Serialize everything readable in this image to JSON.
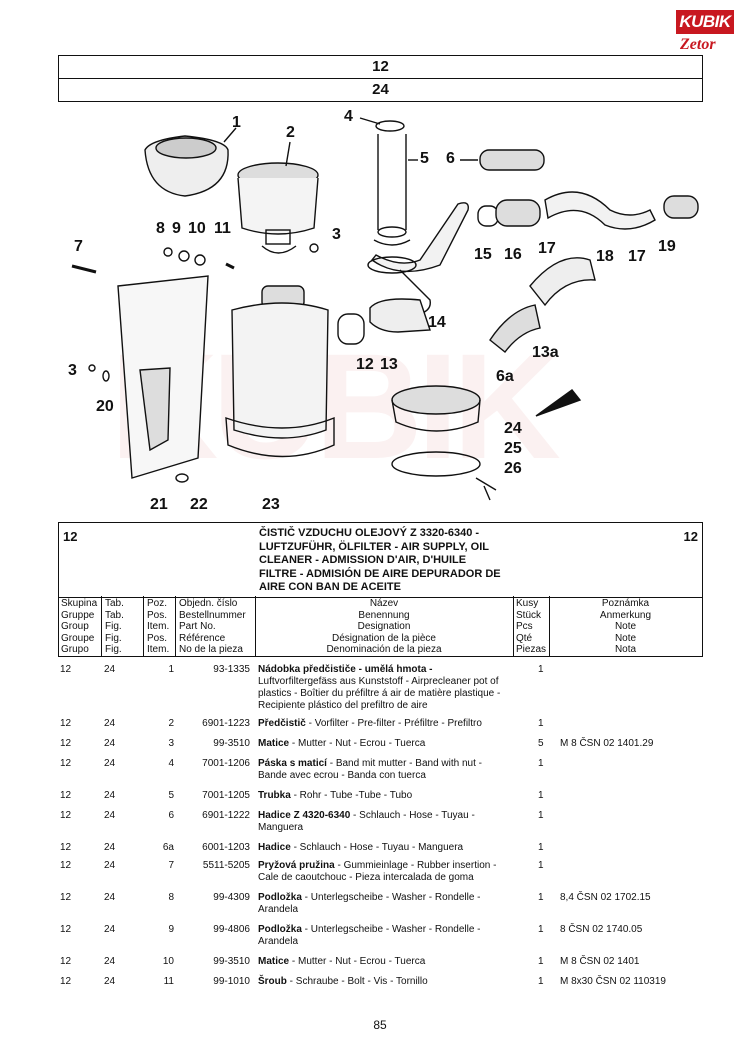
{
  "logo": {
    "brand_top": "KUBIK",
    "brand_bottom": "Zetor"
  },
  "header": {
    "group": "12",
    "figure": "24"
  },
  "callouts": [
    "1",
    "2",
    "4",
    "5",
    "6",
    "3",
    "7",
    "8",
    "9",
    "10",
    "11",
    "15",
    "16",
    "17",
    "18",
    "17",
    "19",
    "3",
    "20",
    "12",
    "13",
    "14",
    "13a",
    "6a",
    "24",
    "25",
    "26",
    "21",
    "22",
    "23"
  ],
  "section": {
    "group_left": "12",
    "group_right": "12",
    "title_lines": [
      "ČISTIČ VZDUCHU OLEJOVÝ Z 3320-6340 -",
      "LUFTZUFÜHR, ÖLFILTER - AIR SUPPLY, OIL",
      "CLEANER - ADMISSION D'AIR, D'HUILE",
      "FILTRE - ADMISIÓN DE AIRE DEPURADOR DE",
      "AIRE CON BAN DE ACEITE"
    ]
  },
  "columns": {
    "skupina": [
      "Skupina",
      "Gruppe",
      "Group",
      "Groupe",
      "Grupo"
    ],
    "tab": [
      "Tab.",
      "Tab.",
      "Fig.",
      "Fig.",
      "Fig."
    ],
    "poz": [
      "Poz.",
      "Pos.",
      "Item.",
      "Pos.",
      "Item."
    ],
    "objedn": [
      "Objedn. číslo",
      "Bestellnummer",
      "Part No.",
      "Référence",
      "No de la pieza"
    ],
    "nazev": [
      "Název",
      "Benennung",
      "Designation",
      "Désignation de la pièce",
      "Denominación de la pieza"
    ],
    "kusy": [
      "Kusy",
      "Stück",
      "Pcs",
      "Qté",
      "Piezas"
    ],
    "poznamka": [
      "Poznámka",
      "Anmerkung",
      "Note",
      "Note",
      "Nota"
    ]
  },
  "rows": [
    {
      "g": "12",
      "t": "24",
      "p": "1",
      "n": "93-1335",
      "name_bold": "Nádobka předčističe - umělá hmota -",
      "name_rest": [
        "Luftvorfiltergefäss aus Kunststoff - Airprecleaner pot of",
        "plastics - Boîtier du préfiltre á air de matière plastique -",
        "Recipiente plástico del prefiltro de aire"
      ],
      "q": "1",
      "note": ""
    },
    {
      "g": "12",
      "t": "24",
      "p": "2",
      "n": "6901-1223",
      "name_bold": "Předčistič",
      "name_tail": " - Vorfilter - Pre-filter - Préfiltre - Prefiltro",
      "name_rest": [],
      "q": "1",
      "note": ""
    },
    {
      "g": "12",
      "t": "24",
      "p": "3",
      "n": "99-3510",
      "name_bold": "Matice",
      "name_tail": " - Mutter - Nut - Ecrou - Tuerca",
      "name_rest": [],
      "q": "5",
      "note": "M 8 ČSN 02 1401.29"
    },
    {
      "g": "12",
      "t": "24",
      "p": "4",
      "n": "7001-1206",
      "name_bold": "Páska s maticí",
      "name_tail": " - Band mit mutter - Band with nut -",
      "name_rest": [
        "Bande avec ecrou - Banda con tuerca"
      ],
      "q": "1",
      "note": ""
    },
    {
      "g": "12",
      "t": "24",
      "p": "5",
      "n": "7001-1205",
      "name_bold": "Trubka",
      "name_tail": " - Rohr - Tube -Tube - Tubo",
      "name_rest": [],
      "q": "1",
      "note": ""
    },
    {
      "g": "12",
      "t": "24",
      "p": "6",
      "n": "6901-1222",
      "name_bold": "Hadice Z 4320-6340",
      "name_tail": " - Schlauch - Hose - Tuyau -",
      "name_rest": [
        "Manguera"
      ],
      "q": "1",
      "note": ""
    },
    {
      "g": "12",
      "t": "24",
      "p": "6a",
      "n": "6001-1203",
      "name_bold": "Hadice",
      "name_tail": " - Schlauch - Hose - Tuyau - Manguera",
      "name_rest": [],
      "q": "1",
      "note": ""
    },
    {
      "g": "12",
      "t": "24",
      "p": "7",
      "n": "5511-5205",
      "name_bold": "Pryžová pružina",
      "name_tail": " - Gummieinlage - Rubber insertion -",
      "name_rest": [
        "Cale de caoutchouc - Pieza intercalada de goma"
      ],
      "q": "1",
      "note": ""
    },
    {
      "g": "12",
      "t": "24",
      "p": "8",
      "n": "99-4309",
      "name_bold": "Podložka",
      "name_tail": " - Unterlegscheibe - Washer - Rondelle -",
      "name_rest": [
        "Arandela"
      ],
      "q": "1",
      "note": "8,4 ČSN 02 1702.15"
    },
    {
      "g": "12",
      "t": "24",
      "p": "9",
      "n": "99-4806",
      "name_bold": "Podložka",
      "name_tail": " - Unterlegscheibe - Washer - Rondelle -",
      "name_rest": [
        "Arandela"
      ],
      "q": "1",
      "note": "8 ČSN 02 1740.05"
    },
    {
      "g": "12",
      "t": "24",
      "p": "10",
      "n": "99-3510",
      "name_bold": "Matice",
      "name_tail": " - Mutter - Nut - Ecrou - Tuerca",
      "name_rest": [],
      "q": "1",
      "note": "M 8 ČSN 02 1401"
    },
    {
      "g": "12",
      "t": "24",
      "p": "11",
      "n": "99-1010",
      "name_bold": "Šroub",
      "name_tail": " - Schraube - Bolt - Vis - Tornillo",
      "name_rest": [],
      "q": "1",
      "note": "M 8x30 ČSN 02 110319"
    }
  ],
  "page_number": "85"
}
